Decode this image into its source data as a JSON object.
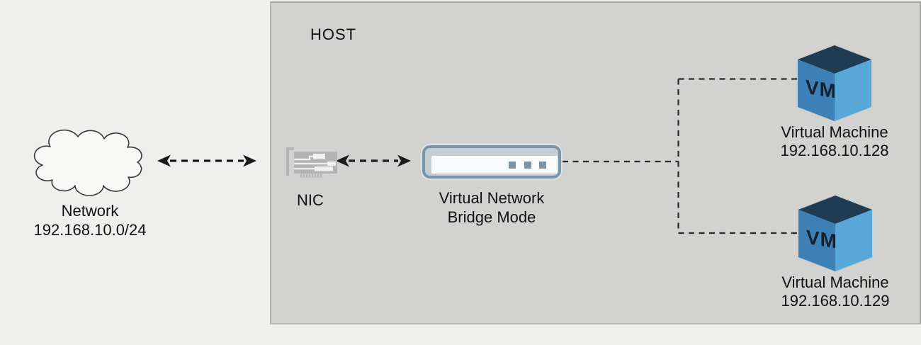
{
  "colors": {
    "page_bg": "#efefed",
    "host_bg": "#d2d2d0",
    "host_border": "#aeb8ab",
    "line_color": "#1a1a1a",
    "switch_accent": "#7d93a6",
    "switch_fill": "#c3cdd5",
    "switch_inner": "#fafbfc",
    "nic_gray": "#b4b4b4",
    "cube_top": "#203c53",
    "cube_left": "#3d80b5",
    "cube_right": "#57a8d8"
  },
  "network_cloud": {
    "label": "Network",
    "subnet": "192.168.10.0/24"
  },
  "host": {
    "label": "HOST"
  },
  "nic": {
    "label": "NIC"
  },
  "virtual_network": {
    "name": "Virtual Network",
    "mode": "Bridge Mode"
  },
  "vms": [
    {
      "cube_label": "VM",
      "label": "Virtual Machine",
      "ip": "192.168.10.128"
    },
    {
      "cube_label": "VM",
      "label": "Virtual Machine",
      "ip": "192.168.10.129"
    }
  ]
}
